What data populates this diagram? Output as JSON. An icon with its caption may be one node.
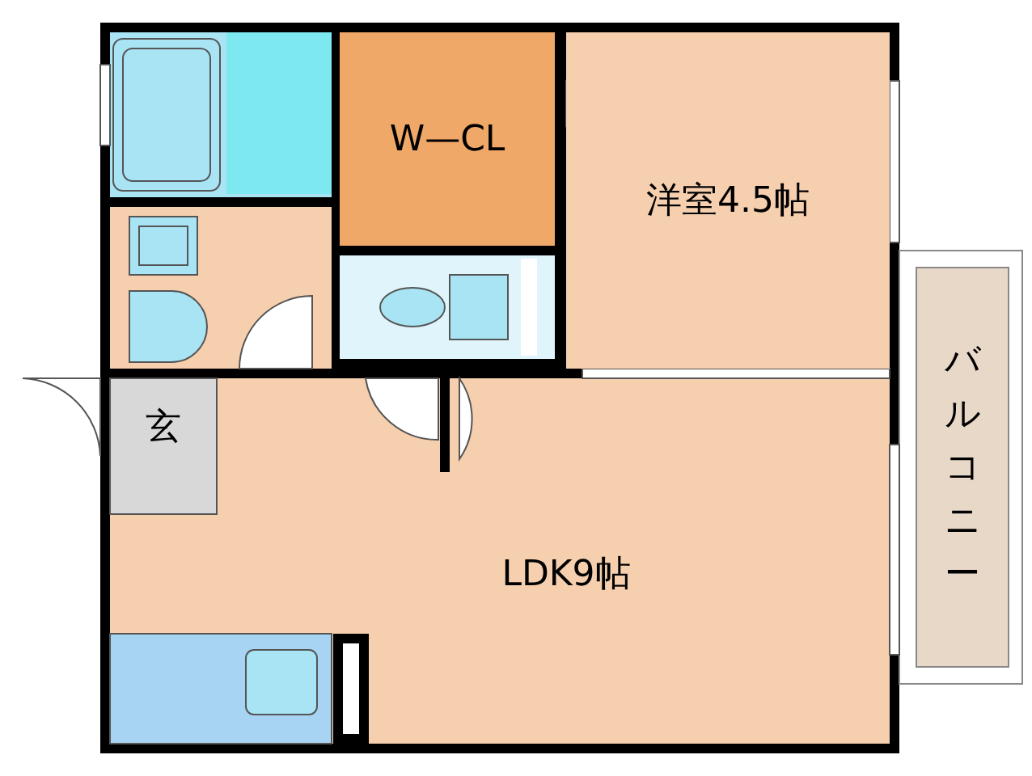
{
  "diagram": {
    "nodes": [
      {
        "text": [
          "W—CL"
        ]
      },
      {
        "text": [
          "洋室4.5帖"
        ]
      },
      {
        "text": [
          "玄"
        ]
      },
      {
        "text": [
          "LDK9帖"
        ]
      },
      {
        "text": [
          "バルコニー"
        ]
      }
    ],
    "edges": []
  }
}
